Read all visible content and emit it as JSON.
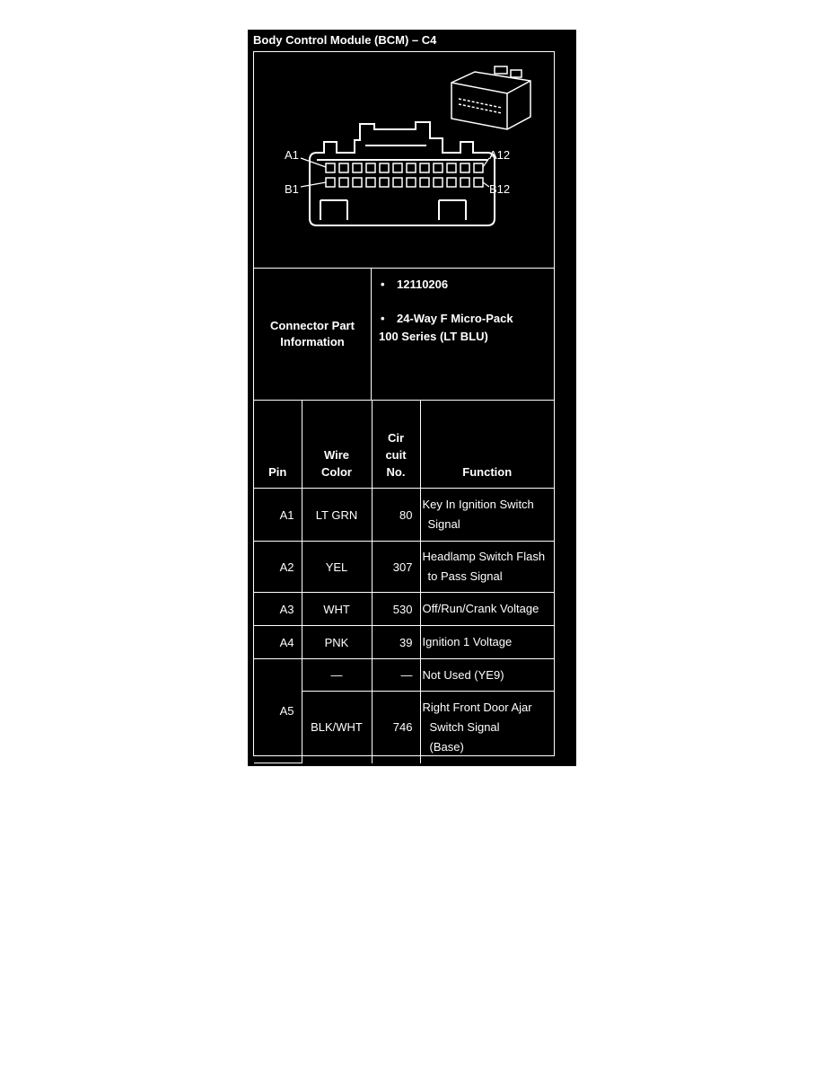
{
  "header": {
    "title": "Body Control Module (BCM) – C4"
  },
  "connector": {
    "labels": {
      "a_first": "A1",
      "a_last": "A12",
      "b_first": "B1",
      "b_last": "B12"
    },
    "rows": 2,
    "pins_per_row": 12
  },
  "part_info": {
    "label_line1": "Connector Part",
    "label_line2": "Information",
    "bullet": "•",
    "part_number": "12110206",
    "description_line1": "24-Way F Micro-Pack",
    "description_line2": "100 Series (LT BLU)"
  },
  "table": {
    "headers": {
      "pin": "Pin",
      "wire_color_1": "Wire",
      "wire_color_2": "Color",
      "circuit_1": "Cir",
      "circuit_2": "cuit",
      "circuit_3": "No.",
      "function": "Function"
    },
    "rows": [
      {
        "pin": "A1",
        "color": "LT GRN",
        "circuit": "80",
        "function_1": "Key In Ignition Switch",
        "function_2": "Signal"
      },
      {
        "pin": "A2",
        "color": "YEL",
        "circuit": "307",
        "function_1": "Headlamp Switch Flash",
        "function_2": "to Pass Signal"
      },
      {
        "pin": "A3",
        "color": "WHT",
        "circuit": "530",
        "function_1": "Off/Run/Crank Voltage"
      },
      {
        "pin": "A4",
        "color": "PNK",
        "circuit": "39",
        "function_1": "Ignition 1 Voltage"
      },
      {
        "pin": "A5",
        "color": "—",
        "circuit": "—",
        "function_1": "Not Used (YE9)"
      },
      {
        "color": "BLK/WHT",
        "circuit": "746",
        "function_1": "Right Front Door Ajar",
        "function_2": "Switch Signal",
        "function_3": "(Base)"
      }
    ]
  }
}
